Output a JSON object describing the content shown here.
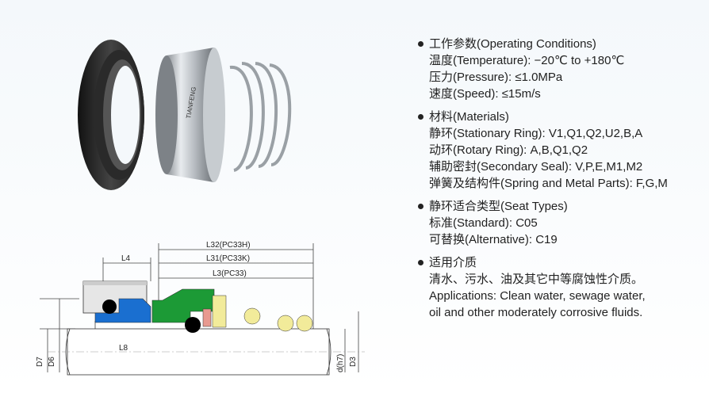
{
  "dimensions": {
    "l32": "L32(PC33H)",
    "l31": "L31(PC33K)",
    "l3": "L3(PC33)",
    "l4": "L4",
    "l8": "L8",
    "d7": "D7",
    "d6": "D6",
    "dh7": "d(h7)",
    "d3": "D3"
  },
  "specs": {
    "operating": {
      "title": "工作参数(Operating Conditions)",
      "temperature": "温度(Temperature): −20℃ to +180℃",
      "pressure": "压力(Pressure): ≤1.0MPa",
      "speed": "速度(Speed): ≤15m/s"
    },
    "materials": {
      "title": "材料(Materials)",
      "stationary": "静环(Stationary Ring): V1,Q1,Q2,U2,B,A",
      "rotary": "动环(Rotary Ring): A,B,Q1,Q2",
      "secondary": "辅助密封(Secondary Seal): V,P,E,M1,M2",
      "spring": "弹簧及结构件(Spring and Metal Parts): F,G,M"
    },
    "seat": {
      "title": "静环适合类型(Seat Types)",
      "standard": "标准(Standard): C05",
      "alternative": "可替换(Alternative): C19"
    },
    "applications": {
      "title": "适用介质",
      "cn": "清水、污水、油及其它中等腐蚀性介质。",
      "en1": "Applications: Clean water, sewage water,",
      "en2": "oil and other moderately corrosive fluids."
    }
  },
  "colors": {
    "blue": "#1a6fd0",
    "green": "#1c9a36",
    "yellow": "#f2eb9a",
    "pink": "#e89a90"
  }
}
